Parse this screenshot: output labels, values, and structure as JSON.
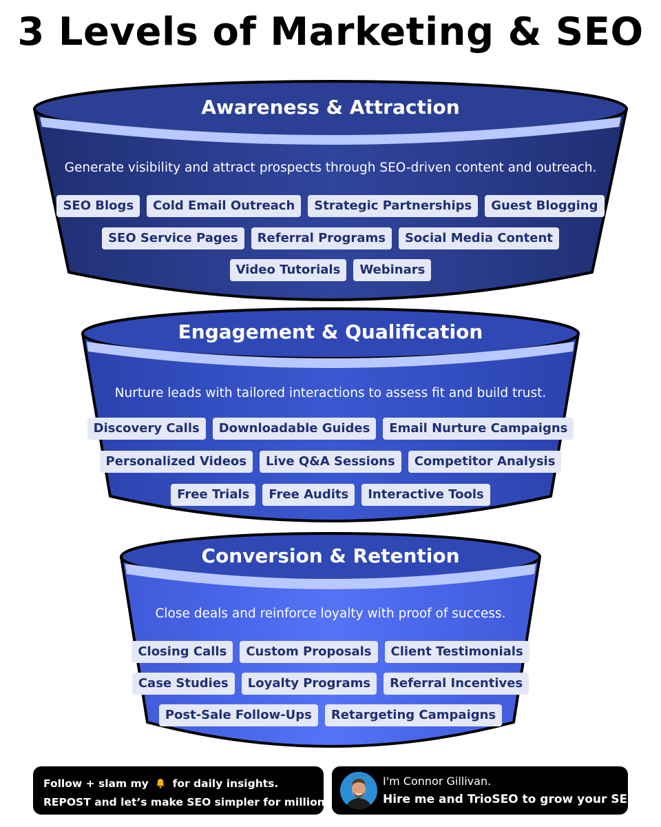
{
  "title": "3 Levels of Marketing & SEO",
  "colors": {
    "tier1": "#263a8c",
    "tier2": "#3550c4",
    "tier3": "#4f6cf0",
    "rim": "#b9c8ff",
    "tag_bg": "#e4e8f6",
    "tag_text": "#1f2f73"
  },
  "tiers": [
    {
      "title": "Awareness & Attraction",
      "description": "Generate visibility and attract prospects through SEO-driven content and outreach.",
      "rows": [
        [
          "SEO Blogs",
          "Cold Email Outreach",
          "Strategic Partnerships",
          "Guest Blogging"
        ],
        [
          "SEO Service Pages",
          "Referral Programs",
          "Social Media Content"
        ],
        [
          "Video Tutorials",
          "Webinars"
        ]
      ]
    },
    {
      "title": "Engagement & Qualification",
      "description": "Nurture leads with tailored interactions to assess fit and build trust.",
      "rows": [
        [
          "Discovery Calls",
          "Downloadable Guides",
          "Email Nurture Campaigns"
        ],
        [
          "Personalized Videos",
          "Live Q&A Sessions",
          "Competitor Analysis"
        ],
        [
          "Free Trials",
          "Free Audits",
          "Interactive Tools"
        ]
      ]
    },
    {
      "title": "Conversion & Retention",
      "description": "Close deals and reinforce loyalty with proof of success.",
      "rows": [
        [
          "Closing Calls",
          "Custom Proposals",
          "Client Testimonials"
        ],
        [
          "Case Studies",
          "Loyalty Programs",
          "Referral Incentives"
        ],
        [
          "Post-Sale Follow-Ups",
          "Retargeting Campaigns"
        ]
      ]
    }
  ],
  "footer": {
    "left_line1_before": "Follow + slam my",
    "left_line1_after": "for daily insights.",
    "left_line2": "REPOST and let’s make SEO simpler for millions.",
    "bell_icon": "bell-icon",
    "name_line": "I'm Connor Gillivan.",
    "hire_line": "Hire me and TrioSEO to grow your SEO"
  }
}
